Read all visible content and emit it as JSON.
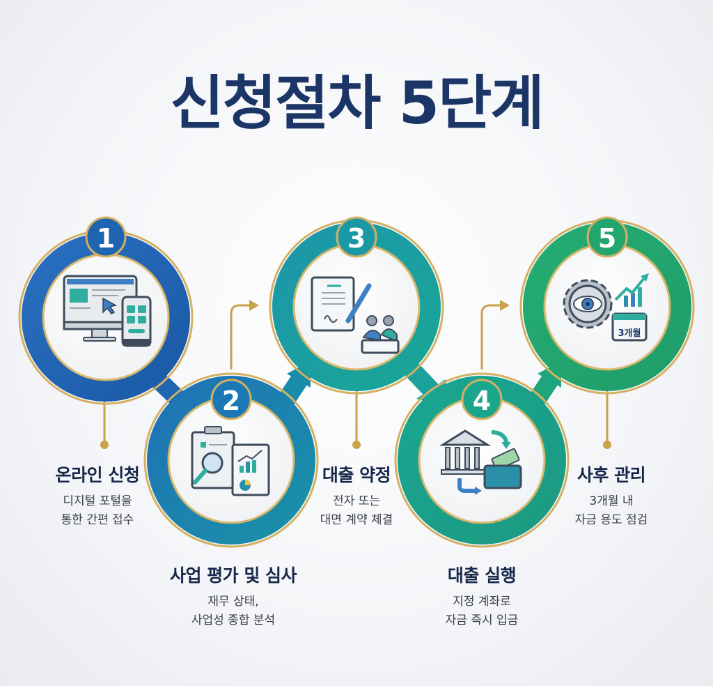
{
  "title": "신청절차 5단계",
  "colors": {
    "title": "#1b3566",
    "gold": "#c9a24a",
    "step1": "#1e64b0",
    "step2": "#1a7fae",
    "step3": "#1b9aa3",
    "step4": "#1aa58c",
    "step5": "#22a66e"
  },
  "steps": [
    {
      "number": "1",
      "title": "온라인 신청",
      "desc_line1": "디지털 포털을",
      "desc_line2": "통한 간편 접수",
      "icon": "computer-mobile-icon"
    },
    {
      "number": "2",
      "title": "사업 평가 및 심사",
      "desc_line1": "재무 상태,",
      "desc_line2": "사업성 종합 분석",
      "icon": "clipboard-magnifier-report-icon"
    },
    {
      "number": "3",
      "title": "대출 약정",
      "desc_line1": "전자 또는",
      "desc_line2": "대면 계약 체결",
      "icon": "contract-handshake-icon"
    },
    {
      "number": "4",
      "title": "대출 실행",
      "desc_line1": "지정 계좌로",
      "desc_line2": "자금 즉시 입금",
      "icon": "bank-wallet-transfer-icon"
    },
    {
      "number": "5",
      "title": "사후 관리",
      "desc_line1": "3개월 내",
      "desc_line2": "자금 용도 점검",
      "icon": "gear-eye-chart-calendar-icon",
      "calendar_text": "3개월"
    }
  ]
}
